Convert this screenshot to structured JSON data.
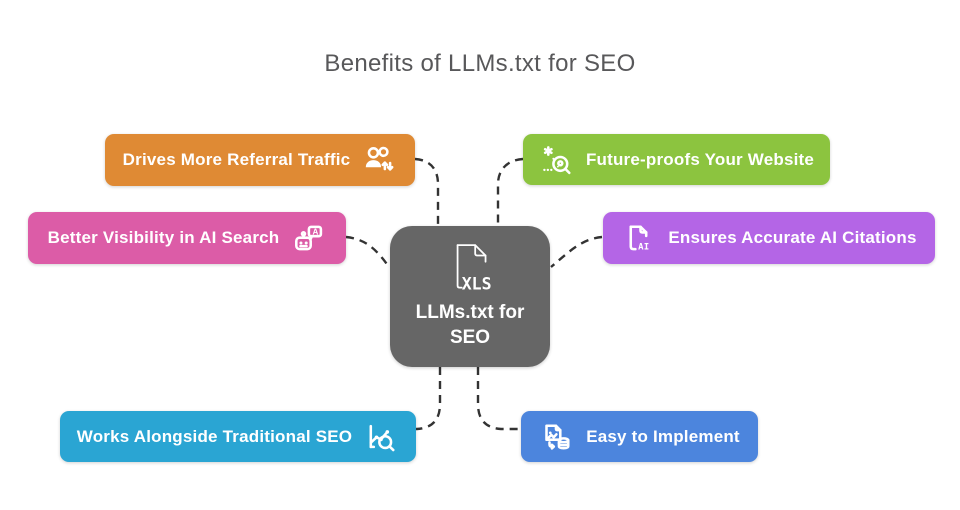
{
  "title": "Benefits of LLMs.txt for SEO",
  "colors": {
    "connector": "#333333",
    "title_text": "#58585A",
    "node_text": "#FFFFFF",
    "background": "#FFFFFF"
  },
  "center": {
    "label": "LLMs.txt for SEO",
    "file_type": "XLS",
    "color": "#666666",
    "icon": "xls-file-icon"
  },
  "nodes": [
    {
      "id": "referral-traffic",
      "label": "Drives More Referral Traffic",
      "color": "#DF8A34",
      "icon": "users-updown-icon",
      "icon_side": "right"
    },
    {
      "id": "ai-visibility",
      "label": "Better Visibility in AI Search",
      "color": "#DC5CA7",
      "icon": "robot-chat-icon",
      "icon_side": "right",
      "icon_text": "A"
    },
    {
      "id": "traditional-seo",
      "label": "Works Alongside Traditional SEO",
      "color": "#2AA5D3",
      "icon": "chart-search-icon",
      "icon_side": "right"
    },
    {
      "id": "future-proof",
      "label": "Future-proofs Your Website",
      "color": "#8CC43F",
      "icon": "future-search-icon",
      "icon_side": "left"
    },
    {
      "id": "ai-citations",
      "label": "Ensures Accurate AI Citations",
      "color": "#B465E6",
      "icon": "ai-document-icon",
      "icon_side": "left",
      "icon_text": "AI"
    },
    {
      "id": "easy-implement",
      "label": "Easy to Implement",
      "color": "#4C85DD",
      "icon": "data-transfer-icon",
      "icon_side": "left"
    }
  ]
}
